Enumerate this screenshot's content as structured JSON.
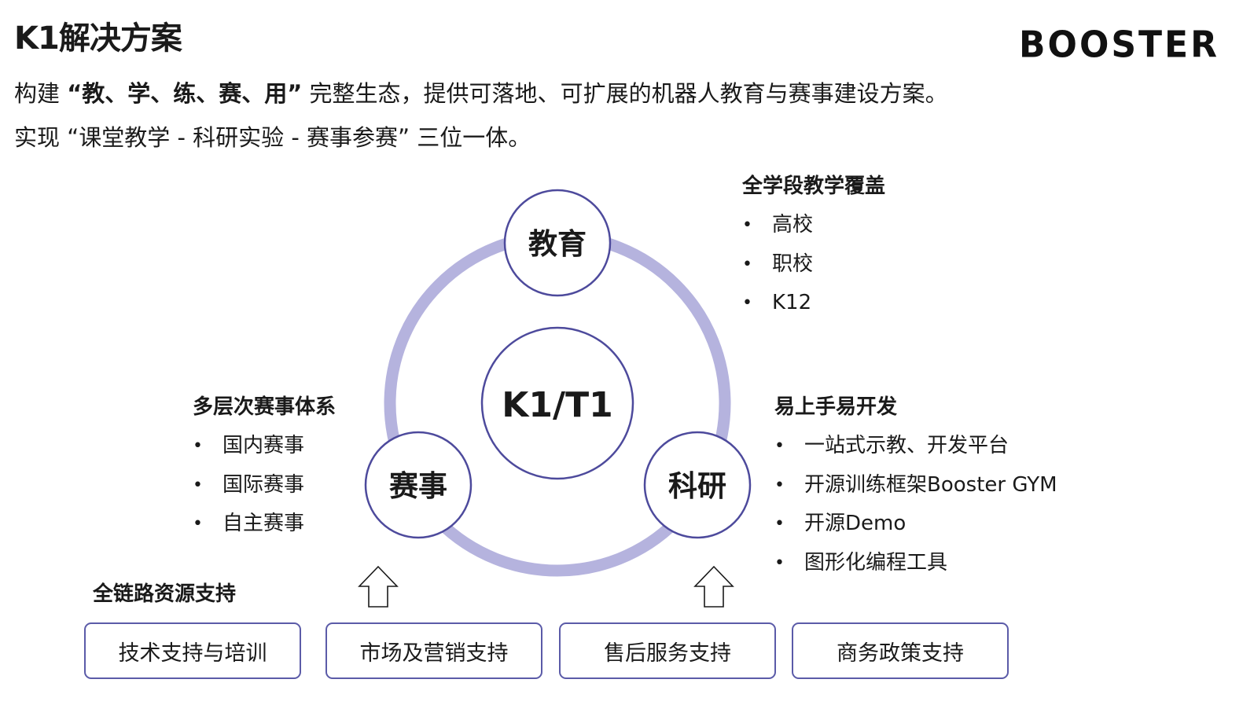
{
  "header": {
    "title": "K1解决方案",
    "logo": "BOOSTER",
    "line1_prefix": "构建 ",
    "line1_bold": "“教、学、练、赛、用”",
    "line1_suffix": " 完整生态，提供可落地、可扩展的机器人教育与赛事建设方案。",
    "line2": "实现 “课堂教学 - 科研实验 - 赛事参赛” 三位一体。"
  },
  "diagram": {
    "center": "K1/T1",
    "nodes": {
      "top": "教育",
      "left": "赛事",
      "right": "科研"
    },
    "colors": {
      "ring": "#b5b3de",
      "circle_stroke": "#4d4a9c",
      "box_stroke": "#5b5ba8"
    }
  },
  "education": {
    "title": "全学段教学覆盖",
    "items": [
      "高校",
      "职校",
      "K12"
    ]
  },
  "competition": {
    "title": "多层次赛事体系",
    "items": [
      "国内赛事",
      "国际赛事",
      "自主赛事"
    ]
  },
  "research": {
    "title": "易上手易开发",
    "items": [
      "一站式示教、开发平台",
      "开源训练框架Booster GYM",
      "开源Demo",
      "图形化编程工具"
    ]
  },
  "resources": {
    "title": "全链路资源支持",
    "boxes": [
      "技术支持与培训",
      "市场及营销支持",
      "售后服务支持",
      "商务政策支持"
    ]
  }
}
